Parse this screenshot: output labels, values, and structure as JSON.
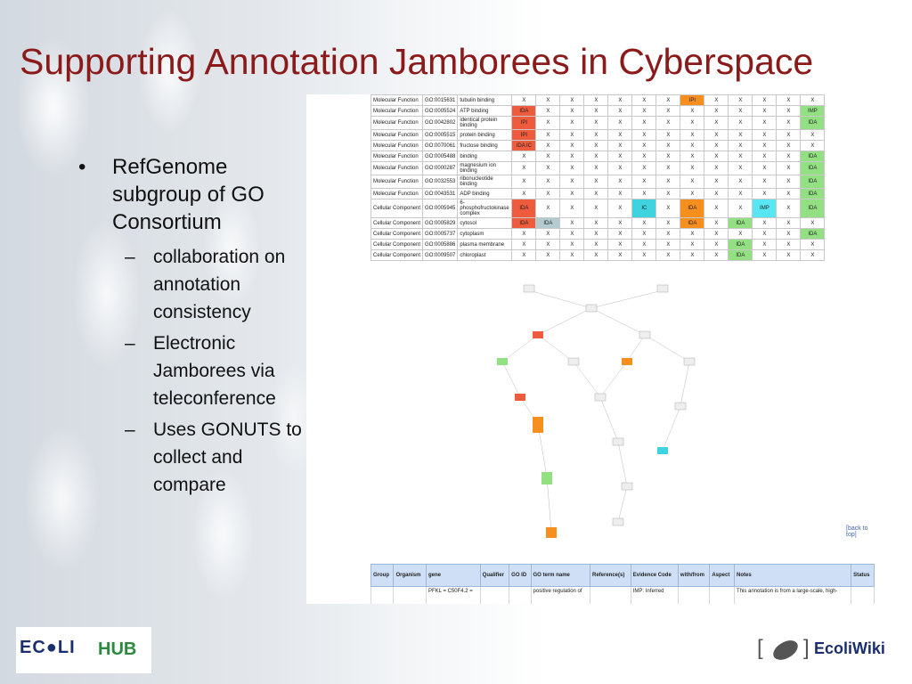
{
  "slide": {
    "title": "Supporting Annotation Jamborees in Cyberspace",
    "bullets": [
      {
        "text": "RefGenome subgroup of GO Consortium",
        "sub": [
          "collaboration on annotation consistency",
          "Electronic Jamborees via teleconference",
          "Uses GONUTS to collect and compare"
        ]
      }
    ],
    "bullet_glyph": "•",
    "sub_glyph": "–"
  },
  "go_table": {
    "rows": [
      {
        "aspect": "Molecular Function",
        "id": "GO:0015631",
        "term": "tubulin binding",
        "cells": [
          "X",
          "X",
          "X",
          "X",
          "X",
          "X",
          "X",
          "IPI",
          "X",
          "X",
          "X",
          "X",
          "X"
        ]
      },
      {
        "aspect": "Molecular Function",
        "id": "GO:0005524",
        "term": "ATP binding",
        "cells": [
          "IDA",
          "X",
          "X",
          "X",
          "X",
          "X",
          "X",
          "X",
          "X",
          "X",
          "X",
          "X",
          "IMP"
        ]
      },
      {
        "aspect": "Molecular Function",
        "id": "GO:0042802",
        "term": "identical protein binding",
        "cells": [
          "IPI",
          "X",
          "X",
          "X",
          "X",
          "X",
          "X",
          "X",
          "X",
          "X",
          "X",
          "X",
          "IDA"
        ]
      },
      {
        "aspect": "Molecular Function",
        "id": "GO:0005515",
        "term": "protein binding",
        "cells": [
          "IPI",
          "X",
          "X",
          "X",
          "X",
          "X",
          "X",
          "X",
          "X",
          "X",
          "X",
          "X",
          "X"
        ]
      },
      {
        "aspect": "Molecular Function",
        "id": "GO:0070061",
        "term": "fructose binding",
        "cells": [
          "IDA IC",
          "X",
          "X",
          "X",
          "X",
          "X",
          "X",
          "X",
          "X",
          "X",
          "X",
          "X",
          "X"
        ]
      },
      {
        "aspect": "Molecular Function",
        "id": "GO:0005488",
        "term": "binding",
        "cells": [
          "X",
          "X",
          "X",
          "X",
          "X",
          "X",
          "X",
          "X",
          "X",
          "X",
          "X",
          "X",
          "IDA"
        ]
      },
      {
        "aspect": "Molecular Function",
        "id": "GO:0000287",
        "term": "magnesium ion binding",
        "cells": [
          "X",
          "X",
          "X",
          "X",
          "X",
          "X",
          "X",
          "X",
          "X",
          "X",
          "X",
          "X",
          "IDA"
        ]
      },
      {
        "aspect": "Molecular Function",
        "id": "GO:0032553",
        "term": "ribonucleotide binding",
        "cells": [
          "X",
          "X",
          "X",
          "X",
          "X",
          "X",
          "X",
          "X",
          "X",
          "X",
          "X",
          "X",
          "IDA"
        ]
      },
      {
        "aspect": "Molecular Function",
        "id": "GO:0043531",
        "term": "ADP binding",
        "cells": [
          "X",
          "X",
          "X",
          "X",
          "X",
          "X",
          "X",
          "X",
          "X",
          "X",
          "X",
          "X",
          "IDA"
        ]
      },
      {
        "aspect": "Cellular Component",
        "id": "GO:0005945",
        "term": "6-phosphofructokinase complex",
        "cells": [
          "IDA",
          "X",
          "X",
          "X",
          "X",
          "IC",
          "X",
          "IDA",
          "X",
          "X",
          "IMP",
          "X",
          "IDA"
        ]
      },
      {
        "aspect": "Cellular Component",
        "id": "GO:0005829",
        "term": "cytosol",
        "cells": [
          "IDA",
          "IDA",
          "X",
          "X",
          "X",
          "X",
          "X",
          "IDA",
          "X",
          "IDA",
          "X",
          "X",
          "X"
        ]
      },
      {
        "aspect": "Cellular Component",
        "id": "GO:0005737",
        "term": "cytoplasm",
        "cells": [
          "X",
          "X",
          "X",
          "X",
          "X",
          "X",
          "X",
          "X",
          "X",
          "X",
          "X",
          "X",
          "IDA"
        ]
      },
      {
        "aspect": "Cellular Component",
        "id": "GO:0005886",
        "term": "plasma membrane",
        "cells": [
          "X",
          "X",
          "X",
          "X",
          "X",
          "X",
          "X",
          "X",
          "X",
          "IDA",
          "X",
          "X",
          "X"
        ]
      },
      {
        "aspect": "Cellular Component",
        "id": "GO:0009507",
        "term": "chloroplast",
        "cells": [
          "X",
          "X",
          "X",
          "X",
          "X",
          "X",
          "X",
          "X",
          "X",
          "IDA",
          "X",
          "X",
          "X"
        ]
      }
    ],
    "colors": {
      "IDA": "#ef5b3d",
      "IPI": "#ef5b3d",
      "IMP": "#93e083",
      "IC": "#3fd3e0",
      "orange": "#f78f1e"
    }
  },
  "back_to_top": "[back to top]",
  "bottom_table": {
    "headers": [
      "Group",
      "Organism",
      "gene",
      "Qualifier",
      "GO ID",
      "GO term name",
      "Reference(s)",
      "Evidence Code",
      "with/from",
      "Aspect",
      "Notes",
      "Status"
    ],
    "row": [
      "",
      "",
      "PFKL = C50F4.2 =",
      "",
      "",
      "positive regulation of",
      "",
      "IMP: Inferred",
      "",
      "",
      "This annotation is from a large-scale, high-",
      ""
    ]
  },
  "logos": {
    "left_a": "EC",
    "left_b": "LI",
    "left_c": "HUB",
    "right_name": "EcoliWiki",
    "bracket_open": "[",
    "bracket_close": "]"
  }
}
